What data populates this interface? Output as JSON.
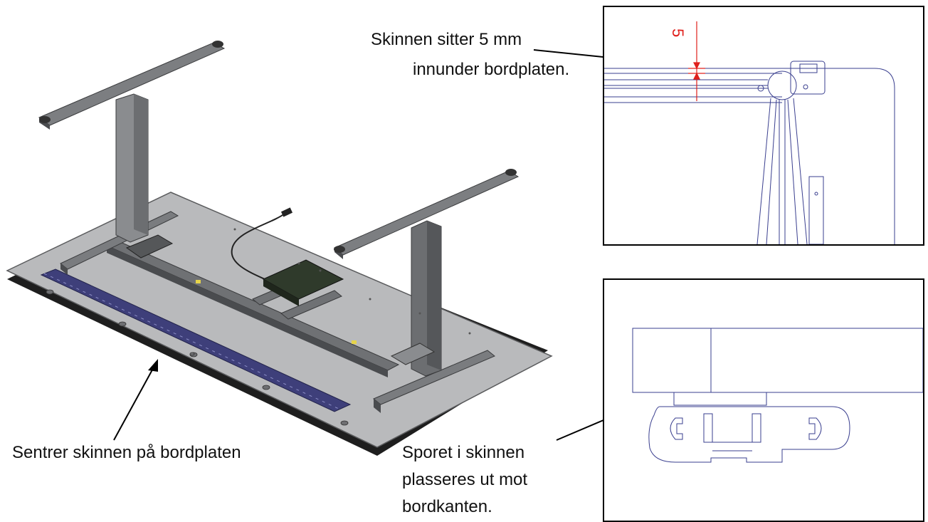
{
  "captions": {
    "rail_offset_line1": "Skinnen sitter 5 mm",
    "rail_offset_line2": "innunder bordplaten.",
    "center_rail": "Sentrer skinnen på bordplaten",
    "groove_line1": "Sporet i skinnen",
    "groove_line2": "plasseres ut mot",
    "groove_line3": "bordkanten."
  },
  "dimension": {
    "value": "5",
    "color": "#e0201c"
  },
  "colors": {
    "steel": "#6f7174",
    "steel_dark": "#4a4c4f",
    "tabletop": "#b9babc",
    "tabletop_edge": "#1e1e1e",
    "rail": "#3e3f7a",
    "controller": "#2f3a2b",
    "drawing_line": "#3a3f8f",
    "arrow": "#000000"
  }
}
